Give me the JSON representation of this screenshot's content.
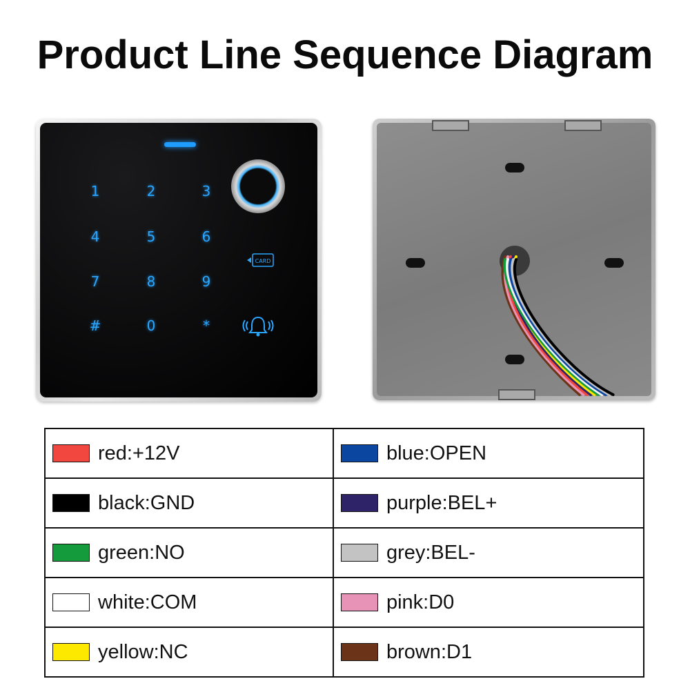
{
  "title": "Product Line Sequence Diagram",
  "keypad": {
    "keys": [
      "1",
      "2",
      "3",
      "4",
      "5",
      "6",
      "7",
      "8",
      "9",
      "#",
      "0",
      "*"
    ],
    "card_label": "CARD"
  },
  "legend": {
    "left": [
      {
        "label": "red:+12V",
        "color": "#f2473f"
      },
      {
        "label": "black:GND",
        "color": "#000000"
      },
      {
        "label": "green:NO",
        "color": "#149c3c"
      },
      {
        "label": "white:COM",
        "color": "#ffffff"
      },
      {
        "label": "yellow:NC",
        "color": "#fde800"
      }
    ],
    "right": [
      {
        "label": "blue:OPEN",
        "color": "#0b47a1"
      },
      {
        "label": "purple:BEL+",
        "color": "#2e2269"
      },
      {
        "label": "grey:BEL-",
        "color": "#c3c3c3"
      },
      {
        "label": "pink:D0",
        "color": "#e693b7"
      },
      {
        "label": "brown:D1",
        "color": "#6b3419"
      }
    ]
  },
  "cable_colors": [
    "#6b3419",
    "#e693b7",
    "#f2473f",
    "#2e2269",
    "#fde800",
    "#149c3c",
    "#ffffff",
    "#0b47a1",
    "#c3c3c3",
    "#000000"
  ]
}
